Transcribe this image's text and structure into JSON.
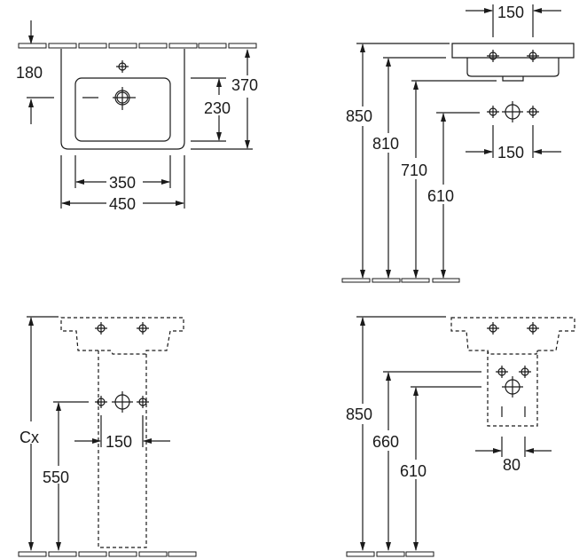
{
  "top_view": {
    "dim_drain_offset": "180",
    "dim_depth": "370",
    "dim_bowl_depth": "230",
    "dim_bowl_width": "350",
    "dim_width": "450"
  },
  "side_view": {
    "dim_tap_spacing_top": "150",
    "dim_rim_height": "850",
    "dim_underside_height": "810",
    "dim_bottom_height": "710",
    "dim_supply_height": "610",
    "dim_supply_spacing": "150"
  },
  "pedestal_view": {
    "dim_rim_height": "Cx",
    "dim_supply_height": "550",
    "dim_supply_spacing": "150"
  },
  "semi_pedestal_view": {
    "dim_rim_height": "850",
    "dim_supply_height": "660",
    "dim_waste_height": "610",
    "dim_supply_spacing": "80"
  }
}
